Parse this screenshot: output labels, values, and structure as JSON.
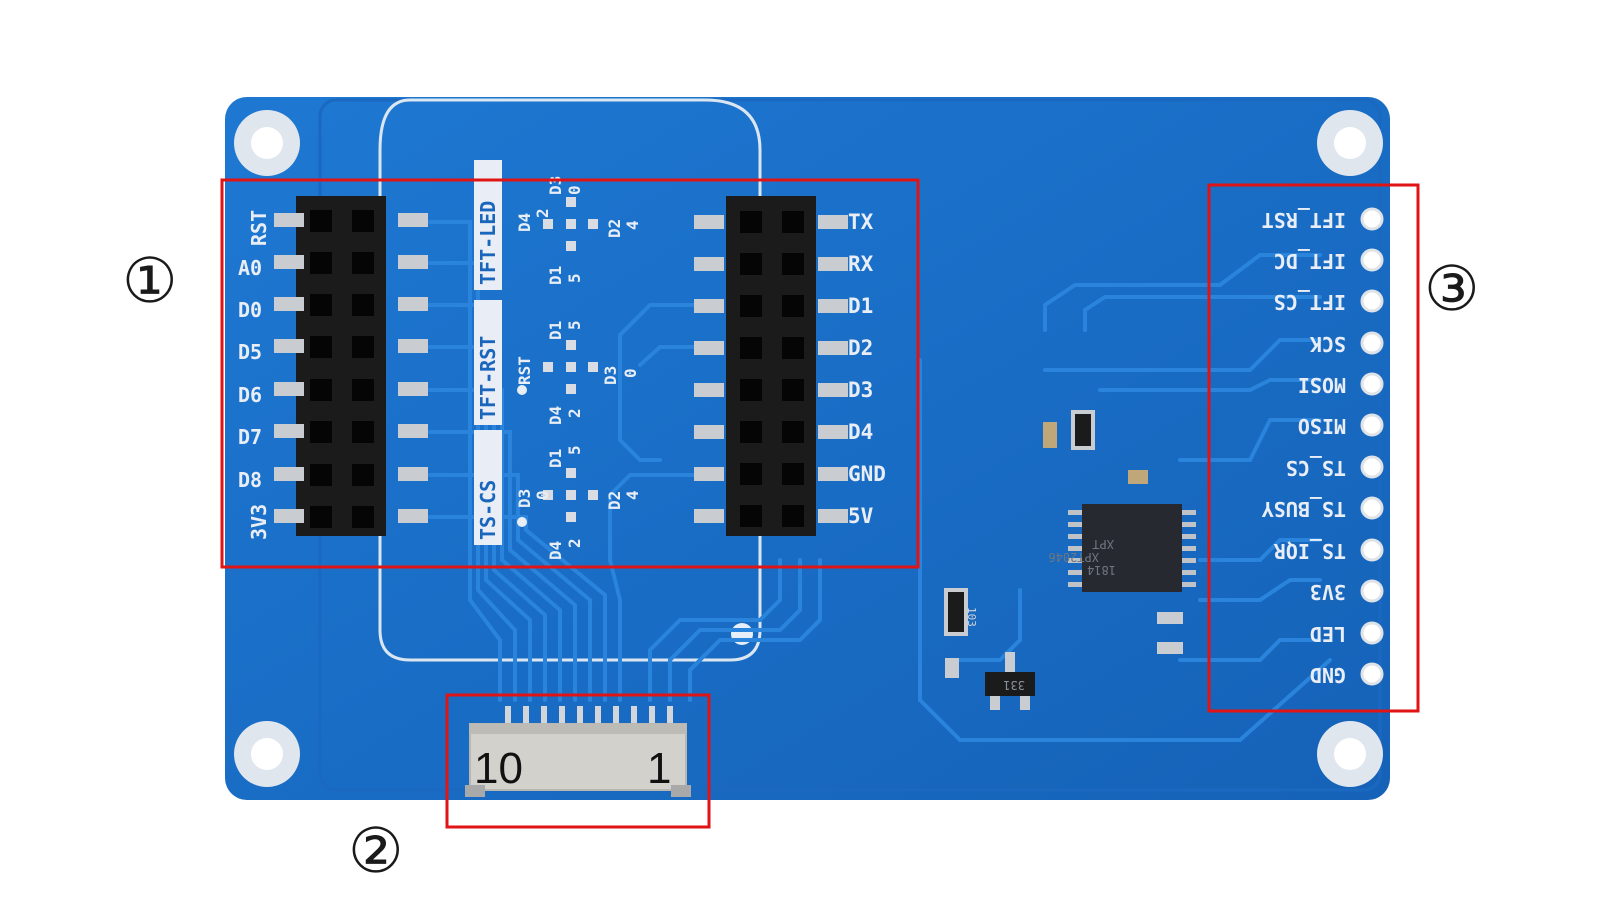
{
  "image": {
    "callouts": [
      "①",
      "②",
      "③"
    ],
    "header_left": {
      "left_labels": [
        "RST",
        "A0",
        "D0",
        "D5",
        "D6",
        "D7",
        "D8",
        "3V3"
      ],
      "vertical_labels": [
        "TS-CS",
        "TFT-RST",
        "TFT-LED"
      ]
    },
    "middle_silk": [
      "D3",
      "0",
      "D4",
      "2",
      "D2",
      "4",
      "D1",
      "5",
      "D1",
      "5",
      "RST",
      "D3",
      "0",
      "D4",
      "2",
      "D1",
      "5",
      "D3",
      "0",
      "D2",
      "4",
      "D4",
      "2"
    ],
    "header_right": {
      "right_labels": [
        "TX",
        "RX",
        "D1",
        "D2",
        "D3",
        "D4",
        "GND",
        "5V"
      ]
    },
    "connector": {
      "left_number": "10",
      "right_number": "1"
    },
    "right_pins": [
      "IFT_RST",
      "IFT_DC",
      "IFT_CS",
      "SCK",
      "MOSI",
      "MISO",
      "TS_CS",
      "TS_BUSY",
      "TS_IQR",
      "3V3",
      "LED",
      "GND"
    ],
    "chip_text": [
      "XPT",
      "XPT2046",
      "1814"
    ],
    "small_parts": [
      "103",
      "331"
    ],
    "colors": {
      "board": "#1b6fc7",
      "board_dark": "#0f56a8",
      "trace": "#2a84dc",
      "silkscreen": "#e9eef6",
      "highlight_box": "#e01414",
      "header_black": "#1b1b1b",
      "pad": "#c9ccd1"
    }
  }
}
